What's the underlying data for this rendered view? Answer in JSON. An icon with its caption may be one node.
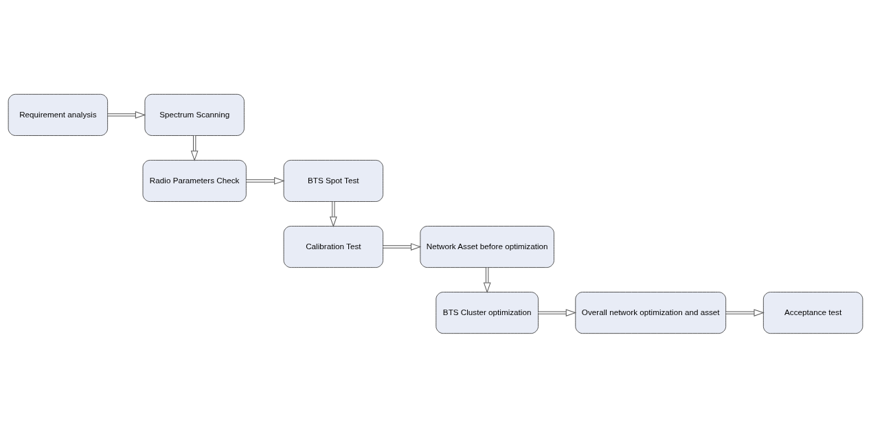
{
  "diagram": {
    "nodes": [
      {
        "text": [
          "Requirement analysis"
        ]
      },
      {
        "text": [
          "Spectrum Scanning"
        ]
      },
      {
        "text": [
          "Radio Parameters Check"
        ]
      },
      {
        "text": [
          "BTS Spot Test"
        ]
      },
      {
        "text": [
          "Calibration Test"
        ]
      },
      {
        "text": [
          "Network Asset before optimization"
        ]
      },
      {
        "text": [
          "BTS Cluster optimization"
        ]
      },
      {
        "text": [
          "Overall network optimization and asset"
        ]
      },
      {
        "text": [
          "Acceptance test"
        ]
      }
    ],
    "edges": [
      {
        "from": 0,
        "to": 1,
        "arrow": "to"
      },
      {
        "from": 1,
        "to": 2,
        "arrow": "to"
      },
      {
        "from": 2,
        "to": 3,
        "arrow": "to"
      },
      {
        "from": 3,
        "to": 4,
        "arrow": "to"
      },
      {
        "from": 4,
        "to": 5,
        "arrow": "to"
      },
      {
        "from": 5,
        "to": 6,
        "arrow": "to"
      },
      {
        "from": 6,
        "to": 7,
        "arrow": "to"
      },
      {
        "from": 7,
        "to": 8,
        "arrow": "to"
      }
    ]
  }
}
